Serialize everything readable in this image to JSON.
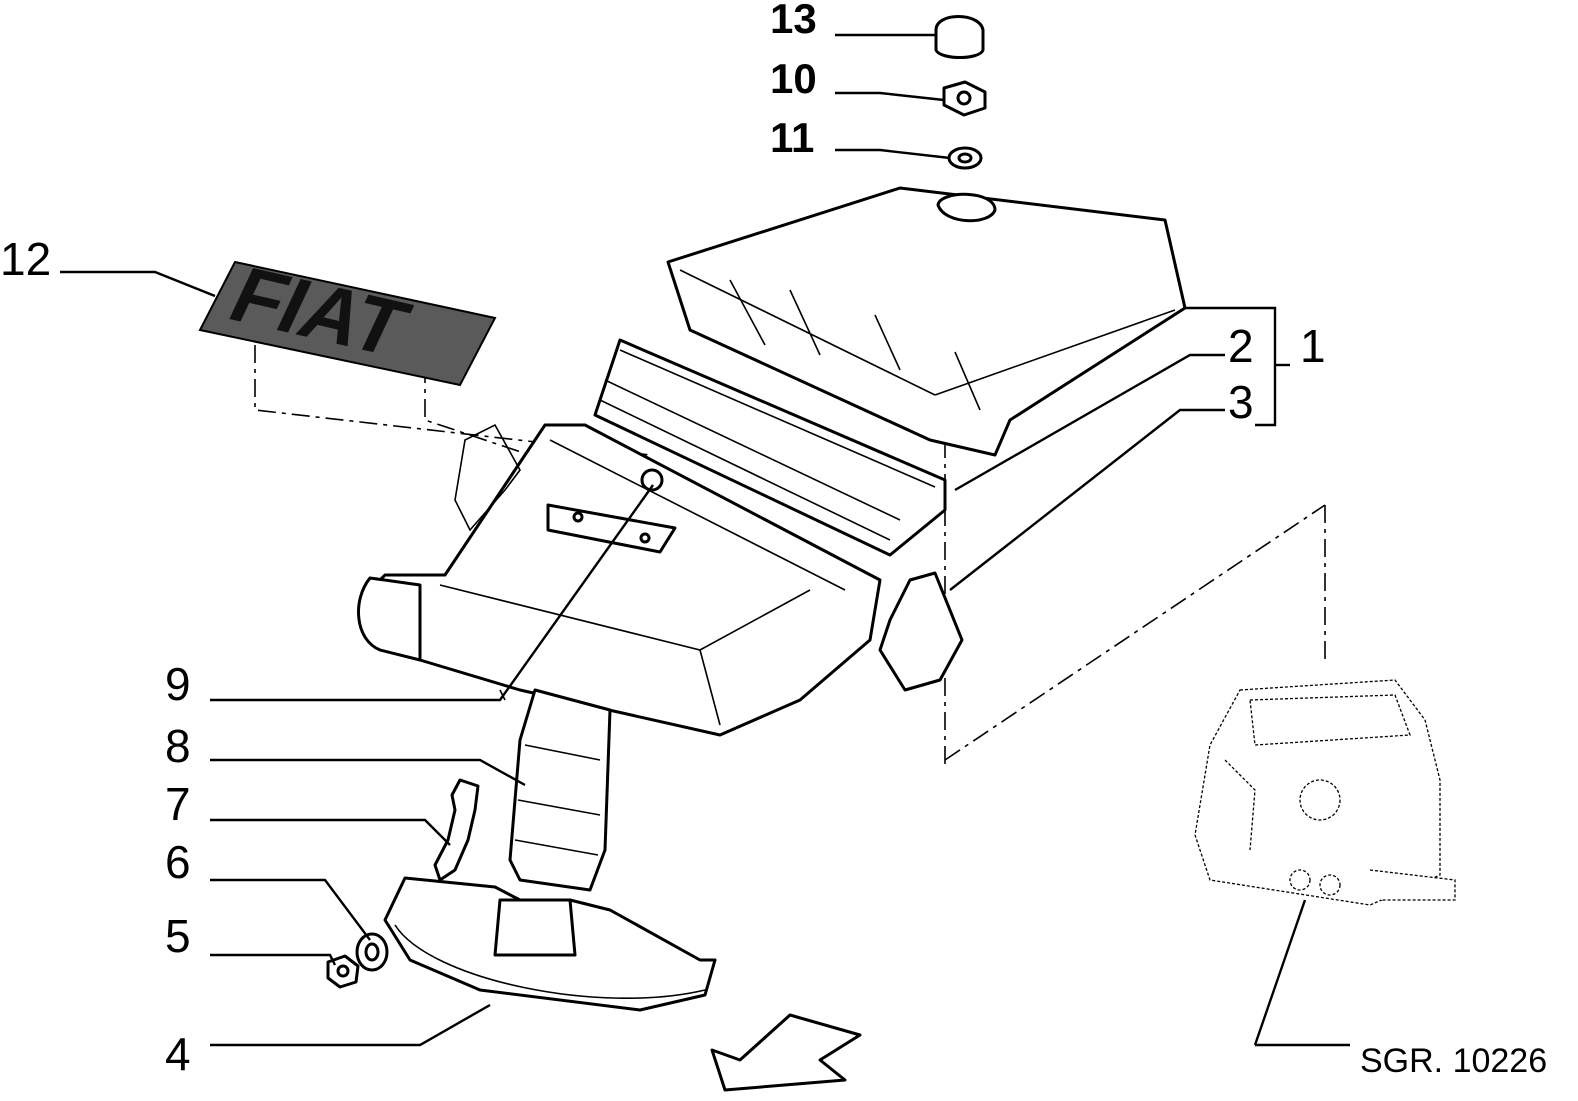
{
  "callouts": {
    "c1": "1",
    "c2": "2",
    "c3": "3",
    "c4": "4",
    "c5": "5",
    "c6": "6",
    "c7": "7",
    "c8": "8",
    "c9": "9",
    "c10": "10",
    "c11": "11",
    "c12": "12",
    "c13": "13"
  },
  "logo": {
    "text": "FIAT"
  },
  "reference": {
    "code": "SGR. 10226"
  }
}
